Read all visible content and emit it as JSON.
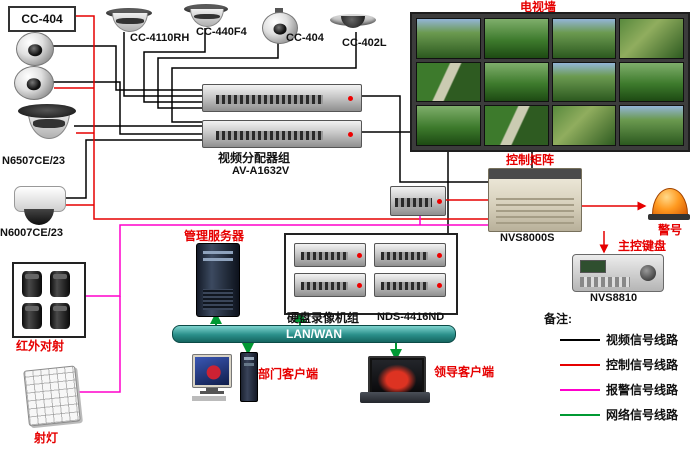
{
  "colors": {
    "video": "#000000",
    "control": "#e60000",
    "alarm": "#ff00cc",
    "network": "#009933"
  },
  "cameras": {
    "cam1": "CC-404",
    "cam2": "CC-4110RH",
    "cam3": "CC-440F4",
    "cam4": "CC-404",
    "cam5": "CC-402L",
    "dome1": "N6507CE/23",
    "ptz1": "N6007CE/23"
  },
  "left_devices": {
    "infrared": "红外对射",
    "spotlight": "射灯"
  },
  "center": {
    "distributor_label": "视频分配器组",
    "distributor_model": "AV-A1632V",
    "server_label": "管理服务器",
    "dvr_label": "硬盘录像机组",
    "dvr_model": "NDS-4416ND",
    "lan_label": "LAN/WAN",
    "dept_client_label": "部门客户端",
    "leader_client_label": "领导客户端"
  },
  "right": {
    "tv_wall_label": "电视墙",
    "matrix_label": "控制矩阵",
    "matrix_model": "NVS8000S",
    "beacon_label": "警号",
    "keyboard_label": "主控键盘",
    "keyboard_model": "NVS8810"
  },
  "legend": {
    "title": "备注:",
    "items": [
      {
        "label": "视频信号线路",
        "color": "#000000"
      },
      {
        "label": "控制信号线路",
        "color": "#e60000"
      },
      {
        "label": "报警信号线路",
        "color": "#ff00cc"
      },
      {
        "label": "网络信号线路",
        "color": "#009933"
      }
    ]
  }
}
